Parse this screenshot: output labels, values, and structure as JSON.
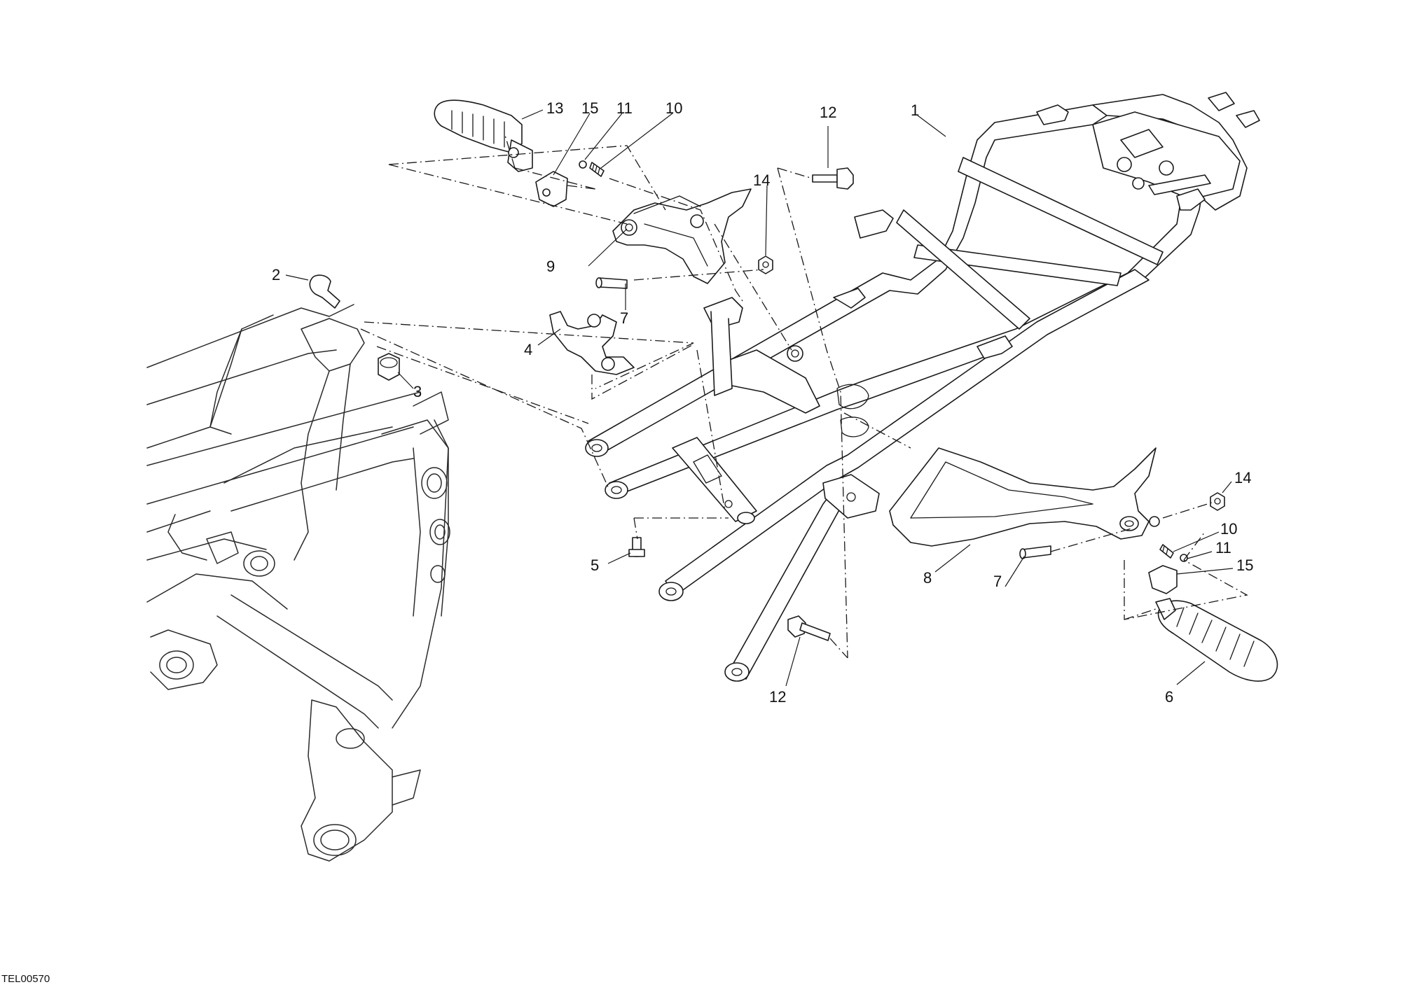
{
  "callouts": {
    "c1": "1",
    "c2": "2",
    "c3": "3",
    "c4": "4",
    "c5": "5",
    "c6": "6",
    "c7a": "7",
    "c7b": "7",
    "c8": "8",
    "c9": "9",
    "c10a": "10",
    "c10b": "10",
    "c11a": "11",
    "c11b": "11",
    "c12a": "12",
    "c12b": "12",
    "c13": "13",
    "c14a": "14",
    "c14b": "14",
    "c15a": "15",
    "c15b": "15"
  },
  "drawing_code": "TEL00570"
}
